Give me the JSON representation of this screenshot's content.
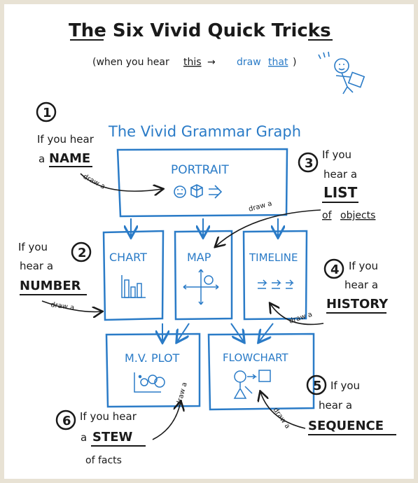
{
  "title": "The Six Vivid Quick Tricks",
  "subtitle": {
    "open": "(when you hear",
    "this": "this",
    "arrow": "→",
    "draw": "draw",
    "that": "that",
    "close": ")"
  },
  "graph_title": "The Vivid Grammar Graph",
  "boxes": {
    "portrait": "PORTRAIT",
    "chart": "CHART",
    "map": "MAP",
    "timeline": "TIMELINE",
    "mvplot": "M.V. PLOT",
    "flowchart": "FLOWCHART"
  },
  "tricks": [
    {
      "num": "1",
      "l1": "If you hear",
      "l2": "a",
      "key": "NAME",
      "draw": "draw a"
    },
    {
      "num": "2",
      "l1": "If you",
      "l2": "hear a",
      "key": "NUMBER",
      "draw": "draw a"
    },
    {
      "num": "3",
      "l1": "If you",
      "l2": "hear a",
      "key": "LIST",
      "l3": "of",
      "l4": "objects",
      "draw": "draw a"
    },
    {
      "num": "4",
      "l1": "If you",
      "l2": "hear a",
      "key": "HISTORY",
      "draw": "draw a"
    },
    {
      "num": "5",
      "l1": "If you",
      "l2": "hear a",
      "key": "SEQUENCE",
      "draw": "draw a"
    },
    {
      "num": "6",
      "l1": "If you hear",
      "l2": "a",
      "key": "STEW",
      "l3": "of facts",
      "draw": "draw a"
    }
  ],
  "colors": {
    "ink": "#1a1a1a",
    "blue": "#2a7bc7",
    "frame": "#e8e2d4"
  }
}
